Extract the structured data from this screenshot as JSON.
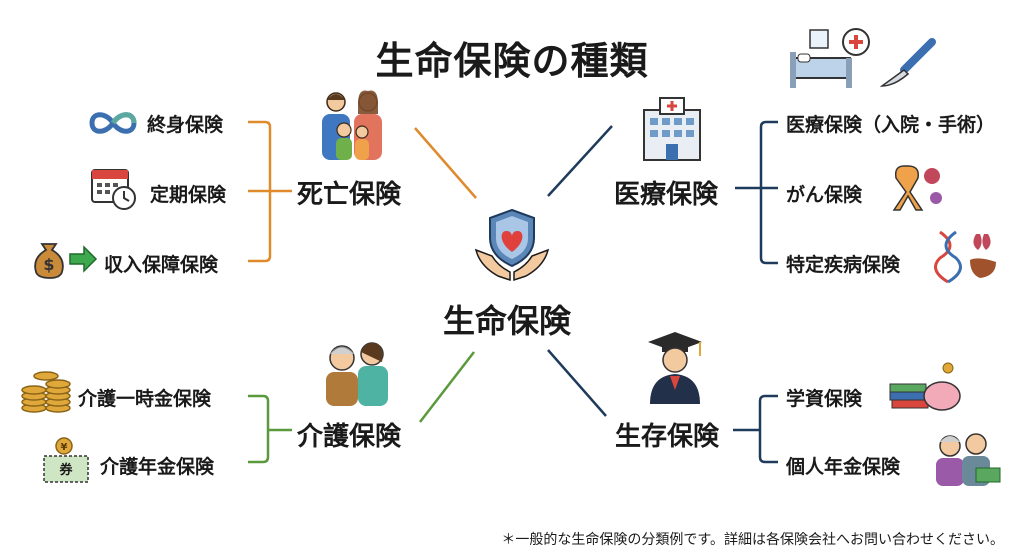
{
  "title": "生命保険の種類",
  "center": "生命保険",
  "categories": {
    "death": {
      "label": "死亡保険",
      "items": [
        "終身保険",
        "定期保険",
        "収入保障保険"
      ],
      "color": "#e08a2e"
    },
    "medical": {
      "label": "医療保険",
      "items": [
        "医療保険（入院・手術）",
        "がん保険",
        "特定疾病保険"
      ],
      "color": "#1f3b5c"
    },
    "care": {
      "label": "介護保険",
      "items": [
        "介護一時金保険",
        "介護年金保険"
      ],
      "color": "#5a9a3c"
    },
    "survival": {
      "label": "生存保険",
      "items": [
        "学資保険",
        "個人年金保険"
      ],
      "color": "#1f3b5c"
    }
  },
  "coupon_text": "券",
  "footnote": "＊一般的な生命保険の分類例です。詳細は各保険会社へお問い合わせください。",
  "icons": [
    "infinity-icon",
    "calendar-clock-icon",
    "money-bag-arrow-icon",
    "family-icon",
    "shield-heart-hands-icon",
    "hospital-icon",
    "hospital-bed-icon",
    "scalpel-icon",
    "cancer-ribbon-icon",
    "dna-organs-icon",
    "coins-stack-icon",
    "coupon-money-icon",
    "elderly-caregiver-icon",
    "graduate-icon",
    "piggy-bank-books-icon",
    "elderly-couple-money-icon"
  ]
}
